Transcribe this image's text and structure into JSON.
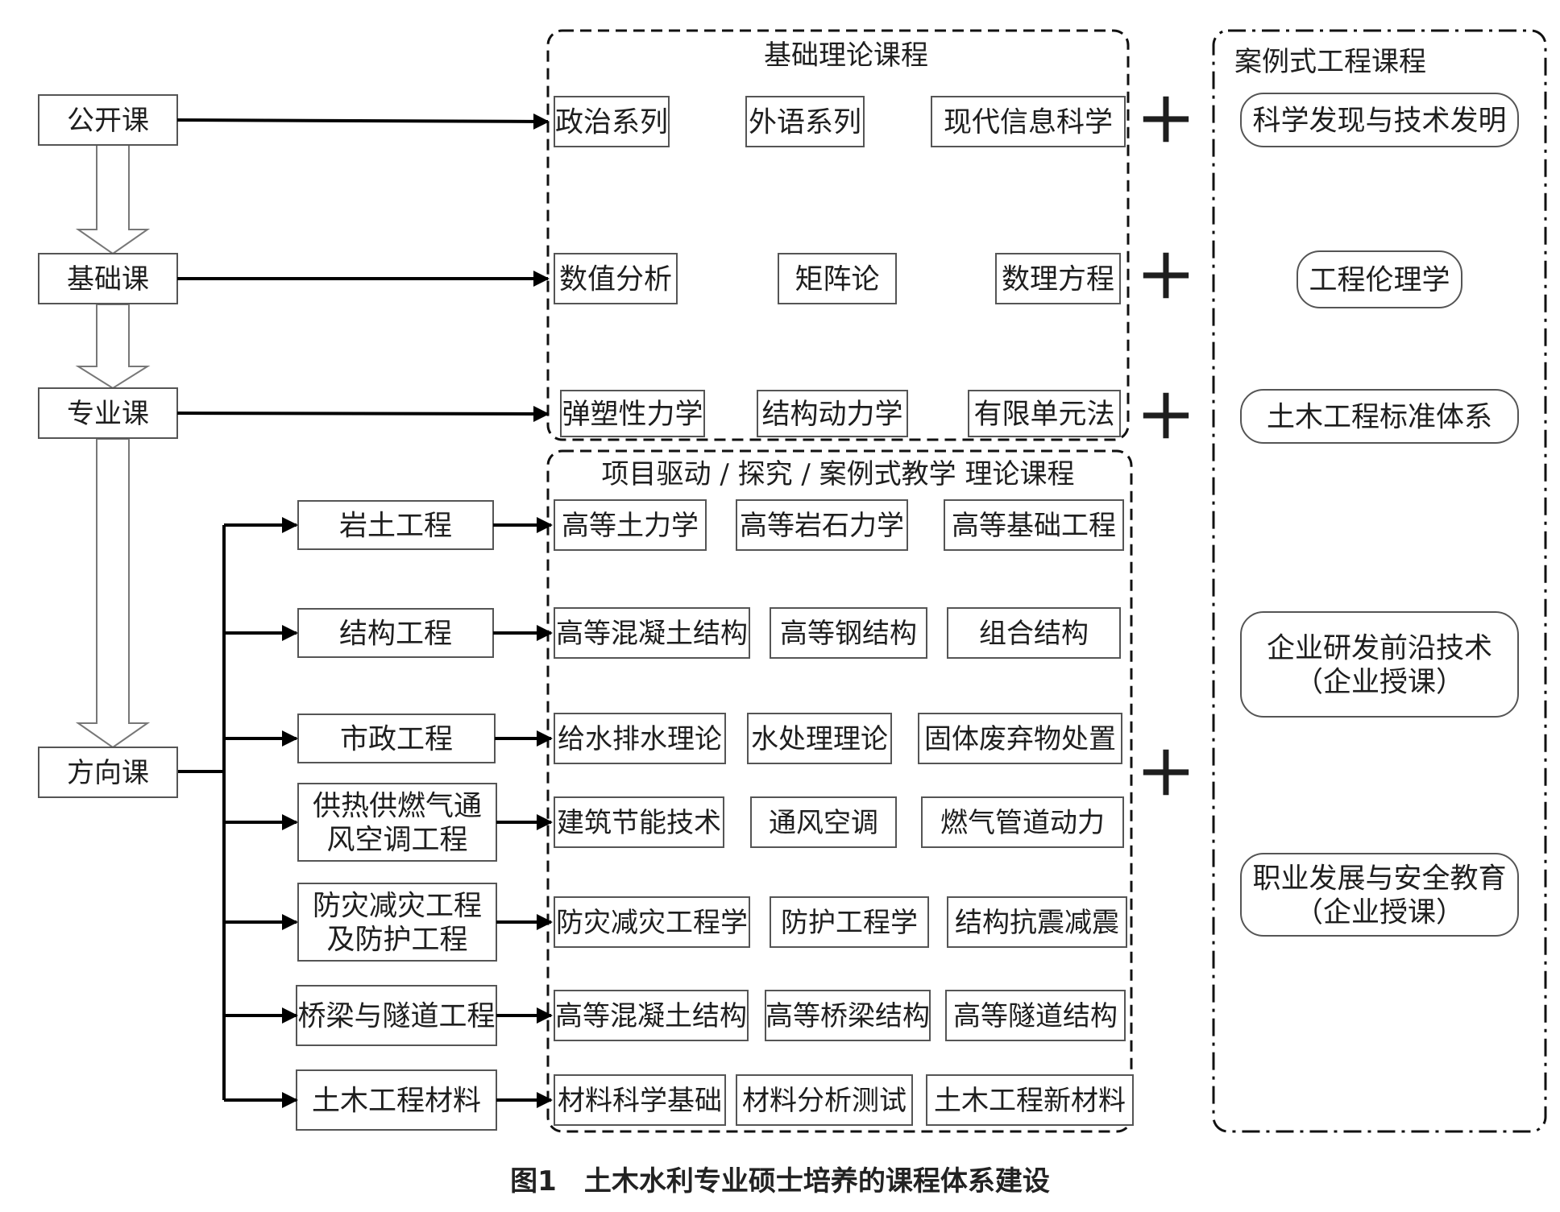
{
  "basic_section": {
    "title": "基础理论课程"
  },
  "project_section": {
    "title": "项目驱动 / 探究 / 案例式教学   理论课程"
  },
  "case_section": {
    "title": "案例式工程课程"
  },
  "left_levels": [
    "公开课",
    "基础课",
    "专业课",
    "方向课"
  ],
  "basic_rows": [
    [
      "政治系列",
      "外语系列",
      "现代信息科学"
    ],
    [
      "数值分析",
      "矩阵论",
      "数理方程"
    ],
    [
      "弹塑性力学",
      "结构动力学",
      "有限单元法"
    ]
  ],
  "directions": [
    {
      "label": [
        "岩土工程"
      ],
      "courses": [
        "高等土力学",
        "高等岩石力学",
        "高等基础工程"
      ]
    },
    {
      "label": [
        "结构工程"
      ],
      "courses": [
        "高等混凝土结构",
        "高等钢结构",
        "组合结构"
      ]
    },
    {
      "label": [
        "市政工程"
      ],
      "courses": [
        "给水排水理论",
        "水处理理论",
        "固体废弃物处置"
      ]
    },
    {
      "label": [
        "供热供燃气通",
        "风空调工程"
      ],
      "courses": [
        "建筑节能技术",
        "通风空调",
        "燃气管道动力"
      ]
    },
    {
      "label": [
        "防灾减灾工程",
        "及防护工程"
      ],
      "courses": [
        "防灾减灾工程学",
        "防护工程学",
        "结构抗震减震"
      ]
    },
    {
      "label": [
        "桥梁与隧道工程"
      ],
      "courses": [
        "高等混凝土结构",
        "高等桥梁结构",
        "高等隧道结构"
      ]
    },
    {
      "label": [
        "土木工程材料"
      ],
      "courses": [
        "材料科学基础",
        "材料分析测试",
        "土木工程新材料"
      ]
    }
  ],
  "case_courses": [
    [
      "科学发现与技术发明"
    ],
    [
      "工程伦理学"
    ],
    [
      "土木工程标准体系"
    ],
    [
      "企业研发前沿技术",
      "（企业授课）"
    ],
    [
      "职业发展与安全教育",
      "（企业授课）"
    ]
  ],
  "plus_symbol": "+",
  "caption": "图1　土木水利专业硕士培养的课程体系建设"
}
